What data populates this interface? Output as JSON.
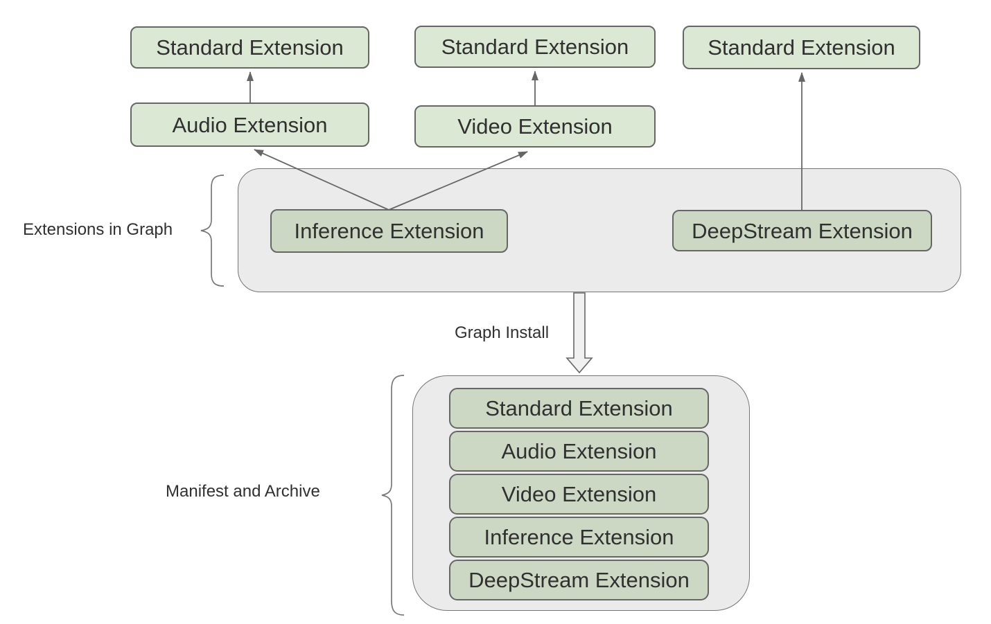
{
  "diagram": {
    "boxes": {
      "standard_top_left": "Standard Extension",
      "audio": "Audio Extension",
      "standard_top_mid": "Standard Extension",
      "video": "Video Extension",
      "standard_top_right": "Standard Extension",
      "inference": "Inference Extension",
      "deepstream": "DeepStream Extension"
    },
    "labels": {
      "extensions_in_graph": "Extensions in Graph",
      "graph_install": "Graph Install",
      "manifest_and_archive": "Manifest and Archive"
    },
    "manifest_stack": [
      "Standard Extension",
      "Audio Extension",
      "Video Extension",
      "Inference Extension",
      "DeepStream Extension"
    ],
    "colors": {
      "top_box_green": "#dbe8d4",
      "inner_box_green": "#ccd8c4",
      "container_gray": "#ebebeb",
      "box_border_gray": "#666666",
      "container_border_gray": "#757575",
      "connector_gray": "#666666",
      "text": "#303030",
      "background": "#ffffff"
    }
  }
}
